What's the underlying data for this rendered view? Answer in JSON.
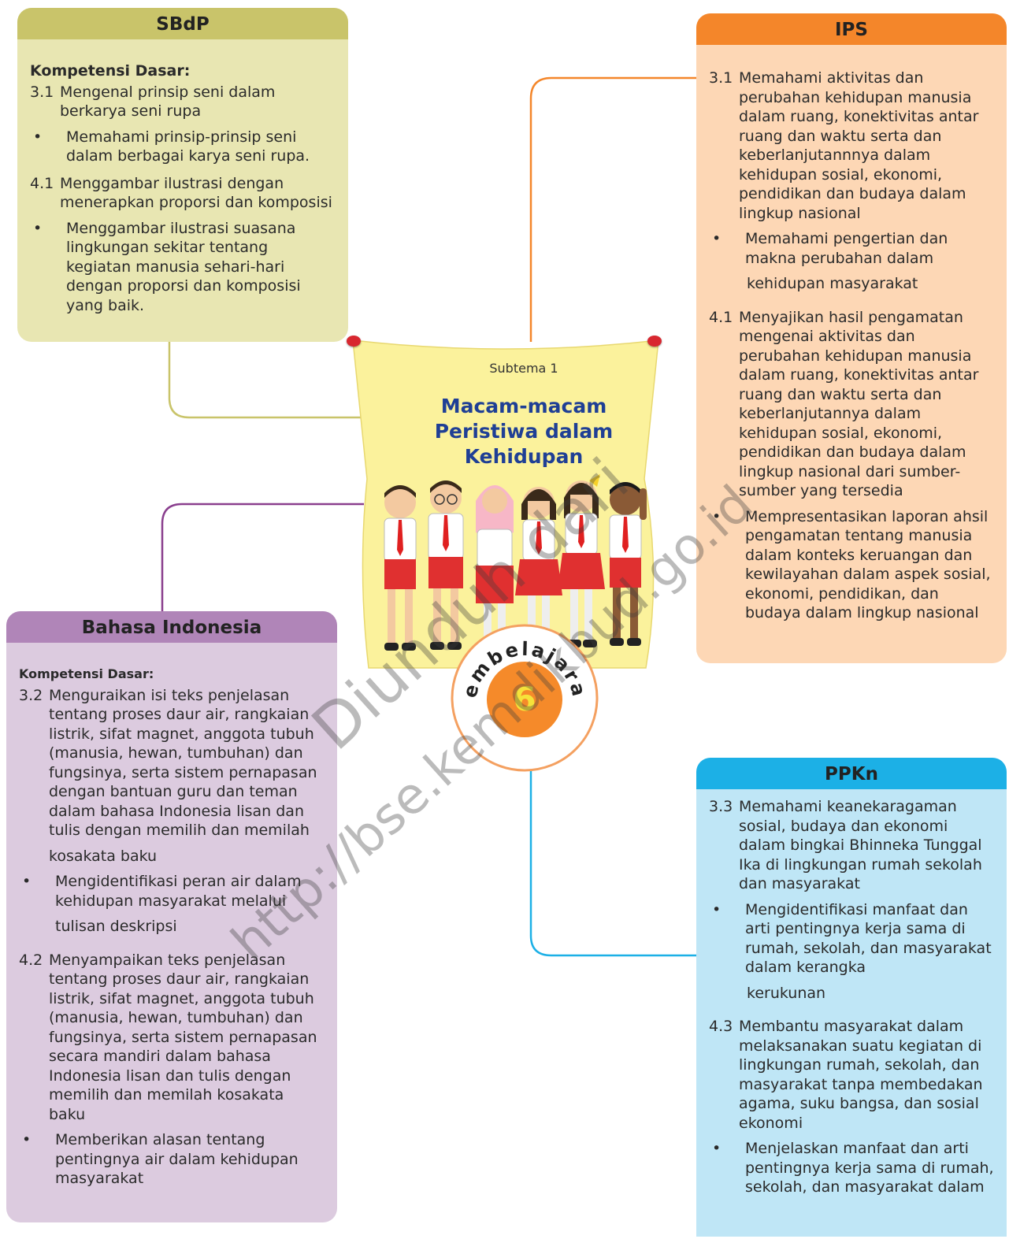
{
  "sbdp": {
    "title": "SBdP",
    "kd_label": "Kompetensi Dasar:",
    "items": [
      {
        "num": "3.1",
        "text": "Mengenal prinsip seni dalam berkarya seni rupa"
      },
      {
        "bullet": "•",
        "text": "Memahami prinsip-prinsip seni dalam berbagai karya seni rupa."
      },
      {
        "num": "4.1",
        "text": "Menggambar ilustrasi dengan menerapkan proporsi dan komposisi"
      },
      {
        "bullet": "•",
        "text": "Menggambar ilustrasi suasana lingkungan sekitar tentang kegiatan manusia sehari-hari dengan proporsi dan komposisi yang baik."
      }
    ]
  },
  "ips": {
    "title": "IPS",
    "items": [
      {
        "num": "3.1",
        "text": "Memahami aktivitas dan perubahan kehidupan manusia dalam ruang, konektivitas antar ruang dan waktu serta dan keberlanjutannnya dalam kehidupan sosial, ekonomi, pendidikan dan budaya dalam lingkup nasional"
      },
      {
        "bullet": "•",
        "text": "Memahami pengertian dan makna perubahan  dalam",
        "extra": "kehidupan masyarakat"
      },
      {
        "num": "4.1",
        "text": "Menyajikan hasil pengamatan mengenai aktivitas dan perubahan kehidupan manusia dalam ruang, konektivitas antar ruang dan waktu serta dan keberlanjutannya dalam kehidupan sosial, ekonomi, pendidikan dan budaya dalam lingkup nasional dari sumber-sumber yang tersedia"
      },
      {
        "bullet": "•",
        "text": "Mempresentasikan laporan ahsil pengamatan tentang manusia dalam konteks keruangan  dan kewilayahan dalam aspek sosial, ekonomi, pendidikan, dan budaya dalam lingkup nasional"
      }
    ]
  },
  "bahasa": {
    "title": "Bahasa Indonesia",
    "kd_label": "Kompetensi Dasar:",
    "items": [
      {
        "num": "3.2",
        "text": "Menguraikan isi teks penjelasan tentang proses daur air, rangkaian listrik, sifat magnet, anggota tubuh (manusia, hewan, tumbuhan) dan fungsinya, serta sistem pernapasan dengan bantuan guru dan teman dalam bahasa Indonesia lisan dan tulis dengan memilih dan memilah",
        "extra": "kosakata baku"
      },
      {
        "bullet": "•",
        "text": "Mengidentifikasi peran air dalam kehidupan masyarakat melalui",
        "extra": "tulisan deskripsi"
      },
      {
        "num": "4.2",
        "text": "Menyampaikan teks penjelasan tentang proses daur air, rangkaian listrik, sifat magnet, anggota tubuh (manusia, hewan, tumbuhan) dan fungsinya, serta sistem pernapasan secara mandiri dalam bahasa Indonesia lisan dan tulis dengan memilih dan memilah kosakata baku"
      },
      {
        "bullet": "•",
        "text": "Memberikan alasan tentang pentingnya air dalam kehidupan masyarakat"
      }
    ]
  },
  "ppkn": {
    "title": "PPKn",
    "items": [
      {
        "num": "3.3",
        "text": "Memahami keanekaragaman sosial, budaya dan ekonomi dalam bingkai Bhinneka Tunggal Ika di lingkungan rumah sekolah dan masyarakat"
      },
      {
        "bullet": "•",
        "text": "Mengidentifikasi  manfaat dan arti pentingnya kerja sama di rumah, sekolah, dan masyarakat dalam kerangka",
        "extra": "kerukunan"
      },
      {
        "num": "4.3",
        "text": "Membantu masyarakat dalam melaksanakan suatu kegiatan di lingkungan rumah, sekolah, dan masyarakat tanpa membedakan agama, suku bangsa, dan sosial ekonomi"
      },
      {
        "bullet": "•",
        "text": "Menjelaskan manfaat dan arti pentingnya kerja sama di rumah, sekolah, dan masyarakat dalam"
      }
    ]
  },
  "center": {
    "subtema": "Subtema 1",
    "title": "Macam-macam Peristiwa dalam Kehidupan",
    "pembelajaran_label": "Pembelajaran",
    "pembelajaran_number": "6"
  },
  "watermark": {
    "line1": "Diunduh dari",
    "line2": "http://bse.kemdikbud.go.id"
  },
  "colors": {
    "sbdp_header": "#c9c46a",
    "sbdp_body": "#e8e6b2",
    "ips_header": "#f4862a",
    "ips_body": "#fdd7b5",
    "bahasa_header": "#b085b8",
    "bahasa_body": "#dccbdf",
    "ppkn_header": "#1cb0e6",
    "ppkn_body": "#bfe6f6",
    "poster": "#fbf29c",
    "badge": "#f58a2a"
  }
}
